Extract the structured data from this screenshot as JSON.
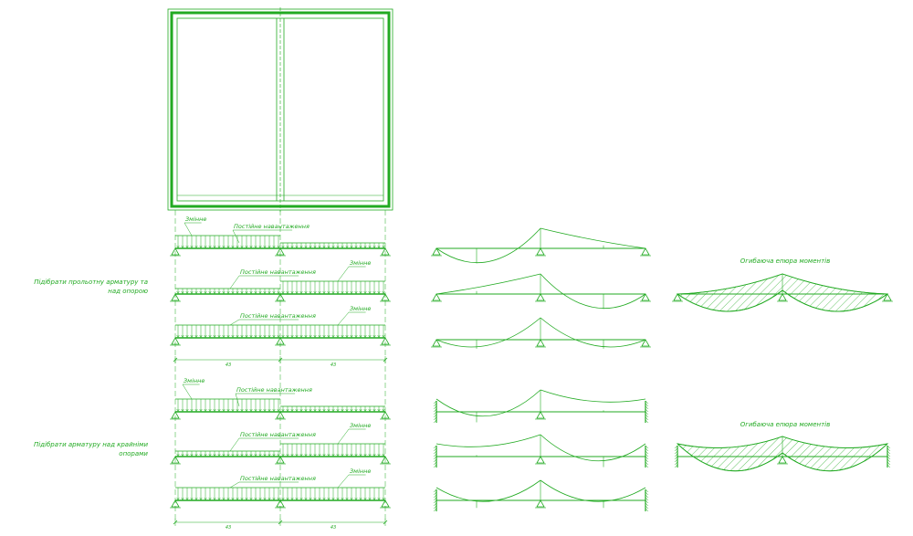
{
  "colors": {
    "line": "#22aa22",
    "background": "#ffffff"
  },
  "labels": {
    "variable": "Змінне",
    "permanent": "Постійне навантаження",
    "envelope": "Огибаюча епюра моментів",
    "caption_span": [
      "Підібрати прольотну арматуру та",
      "над опорою"
    ],
    "caption_edge": [
      "Підібрати арматуру над крайніми",
      "опорами"
    ],
    "dim_left": "43",
    "dim_right": "43"
  }
}
